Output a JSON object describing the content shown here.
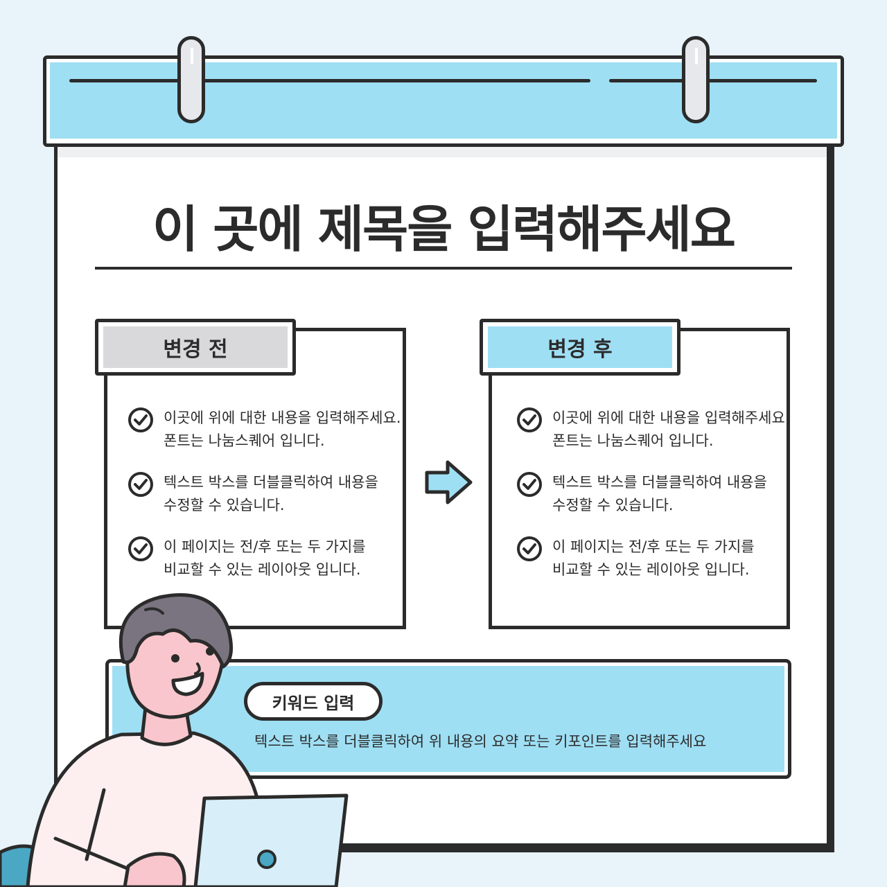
{
  "title": "이 곳에 제목을 입력해주세요",
  "before": {
    "label": "변경 전",
    "items": [
      "이곳에 위에 대한 내용을 입력해주세요. 폰트는 나눔스퀘어 입니다.",
      "텍스트 박스를 더블클릭하여 내용을 수정할 수 있습니다.",
      "이 페이지는 전/후 또는 두 가지를 비교할 수 있는 레이아웃 입니다."
    ]
  },
  "after": {
    "label": "변경 후",
    "items": [
      "이곳에 위에 대한 내용을 입력해주세요. 폰트는 나눔스퀘어 입니다.",
      "텍스트 박스를 더블클릭하여 내용을 수정할 수 있습니다.",
      "이 페이지는 전/후 또는 두 가지를 비교할 수 있는 레이아웃 입니다."
    ]
  },
  "keyword": {
    "label": "키워드 입력",
    "text": "텍스트 박스를 더블클릭하여 위 내용의 요약 또는 키포인트를 입력해주세요"
  },
  "colors": {
    "accent": "#9fdff4",
    "stroke": "#2b2b2b",
    "tab_gray": "#d9d9db",
    "background": "#e8f3fa"
  },
  "icons": [
    "ring-binder-icon",
    "check-circle-icon",
    "right-arrow-icon"
  ]
}
